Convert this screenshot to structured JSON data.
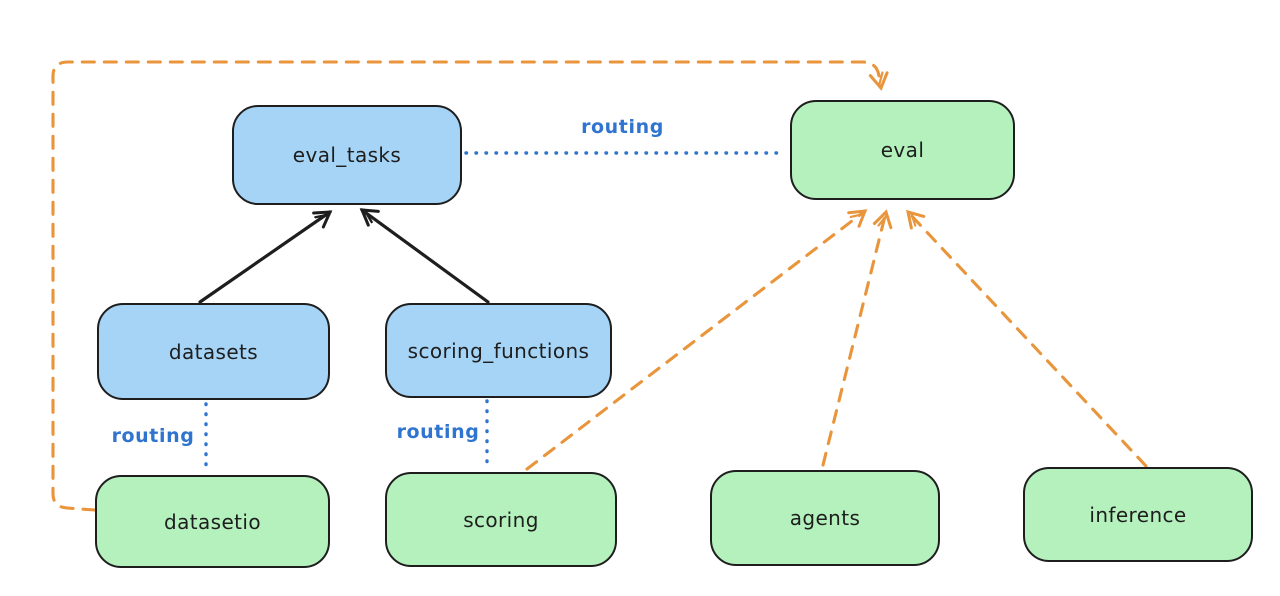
{
  "diagram": {
    "type": "flowchart",
    "background": "#ffffff",
    "nodes": [
      {
        "id": "eval_tasks",
        "label": "eval_tasks",
        "fill": "#a5d4f6",
        "kind": "resource"
      },
      {
        "id": "eval",
        "label": "eval",
        "fill": "#b4f1bd",
        "kind": "api"
      },
      {
        "id": "datasets",
        "label": "datasets",
        "fill": "#a5d4f6",
        "kind": "resource"
      },
      {
        "id": "scoring_functions",
        "label": "scoring_functions",
        "fill": "#a5d4f6",
        "kind": "resource"
      },
      {
        "id": "datasetio",
        "label": "datasetio",
        "fill": "#b4f1bd",
        "kind": "api"
      },
      {
        "id": "scoring",
        "label": "scoring",
        "fill": "#b4f1bd",
        "kind": "api"
      },
      {
        "id": "agents",
        "label": "agents",
        "fill": "#b4f1bd",
        "kind": "api"
      },
      {
        "id": "inference",
        "label": "inference",
        "fill": "#b4f1bd",
        "kind": "api"
      }
    ],
    "edges": [
      {
        "from": "datasets",
        "to": "eval_tasks",
        "style": "solid-arrow",
        "color": "#1e1e1e",
        "label": ""
      },
      {
        "from": "scoring_functions",
        "to": "eval_tasks",
        "style": "solid-arrow",
        "color": "#1e1e1e",
        "label": ""
      },
      {
        "from": "eval_tasks",
        "to": "eval",
        "style": "dotted",
        "color": "#2f74cf",
        "label": "routing"
      },
      {
        "from": "datasets",
        "to": "datasetio",
        "style": "dotted",
        "color": "#2f74cf",
        "label": "routing"
      },
      {
        "from": "scoring_functions",
        "to": "scoring",
        "style": "dotted",
        "color": "#2f74cf",
        "label": "routing"
      },
      {
        "from": "datasetio",
        "to": "eval",
        "style": "dashed-arrow",
        "color": "#e8953c",
        "label": ""
      },
      {
        "from": "scoring",
        "to": "eval",
        "style": "dashed-arrow",
        "color": "#e8953c",
        "label": ""
      },
      {
        "from": "agents",
        "to": "eval",
        "style": "dashed-arrow",
        "color": "#e8953c",
        "label": ""
      },
      {
        "from": "inference",
        "to": "eval",
        "style": "dashed-arrow",
        "color": "#e8953c",
        "label": ""
      }
    ],
    "colors": {
      "node_border": "#1e1e1e",
      "blue_fill": "#a5d4f6",
      "green_fill": "#b4f1bd",
      "routing_blue": "#2f74cf",
      "orange": "#e8953c",
      "black": "#1e1e1e"
    }
  }
}
